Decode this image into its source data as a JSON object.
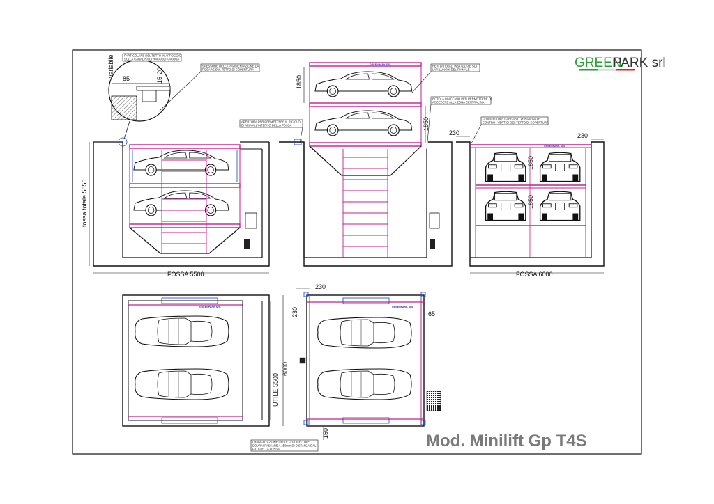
{
  "brand": {
    "green": "GREEN",
    "black": "PARK srl",
    "green_color": "#2e9b3a",
    "red_color": "#d8262b"
  },
  "title": "Mod. Minilift Gp T4S",
  "notes": {
    "roof_detail": [
      "PARTICOLARE DEL TETTO IN APPOGGIO",
      "SULLA CANALINA DI RACCOLTA ACQUA"
    ],
    "floor_thickness": [
      "SPESSORE DELLA PAVIMENTAZIONE DA",
      "POSARE SUL TETTO DI COPERTURA"
    ],
    "side_nets": [
      "RETI LATERALI INSTALLATE SUI",
      "LATI LUNGHI DEL PIANALE"
    ],
    "steel_hatch": [
      "BOTOLA IN ACCIAIO PER PERMETTERE DI",
      "ACCEDERE ALLA ZONA CENTRALINA"
    ],
    "air_gap": [
      "APERTURA PER PERMETTERE IL RICICLO",
      "DI ARIA ALL'INTERNO DELLA FOSSA"
    ],
    "photocells": [
      "FOTOCELLULE CARRABILI POSIZIONATE",
      "CONTRO I VERTICI DEL TETTO DI COPERTURA"
    ],
    "photocell_beam": [
      "I RAGGI D'AZIONE DELLE FOTOCELLULE",
      "DOVRAI PASSARE A 150mm DI DISTANZA DAL",
      "FILO DELLA FOSSA"
    ]
  },
  "dims": {
    "variabile": "variabile",
    "d85": "85",
    "d1520": "15-20",
    "fossa_totale": "fossa totale 5850",
    "fossa_5500": "FOSSA 5500",
    "fossa_6000": "FOSSA 6000",
    "d1850": "1850",
    "d230": "230",
    "utile": "UTILE 5500",
    "d6000": "6000",
    "d65": "65",
    "d150": "150"
  },
  "plate_label": "GREENPARK SRL",
  "colors": {
    "magenta": "#c0208f",
    "blue": "#2040c0",
    "line": "#111111"
  }
}
